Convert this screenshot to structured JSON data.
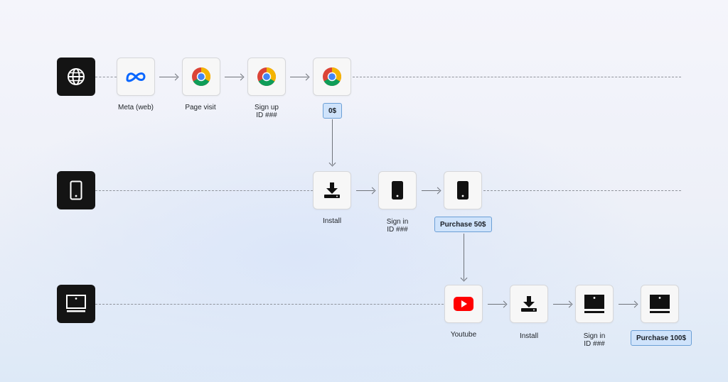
{
  "lanes": [
    {
      "name": "web",
      "icon": "globe-icon"
    },
    {
      "name": "mobile",
      "icon": "phone-icon"
    },
    {
      "name": "tv",
      "icon": "tv-icon"
    }
  ],
  "web_row": {
    "meta": {
      "label": "Meta (web)",
      "icon": "meta-icon"
    },
    "page_visit": {
      "label": "Page visit",
      "icon": "chrome-icon"
    },
    "sign_up": {
      "label_line1": "Sign up",
      "label_line2": "ID ###",
      "icon": "chrome-icon"
    },
    "chrome_end": {
      "icon": "chrome-icon",
      "badge": "0$"
    }
  },
  "mobile_row": {
    "install": {
      "label": "Install",
      "icon": "download-icon"
    },
    "sign_in": {
      "label_line1": "Sign in",
      "label_line2": "ID ###",
      "icon": "phone-icon"
    },
    "purchase": {
      "icon": "phone-icon",
      "badge": "Purchase 50$"
    }
  },
  "tv_row": {
    "youtube": {
      "label": "Youtube",
      "icon": "youtube-icon"
    },
    "install": {
      "label": "Install",
      "icon": "download-icon"
    },
    "sign_in": {
      "label_line1": "Sign in",
      "label_line2": "ID ###",
      "icon": "tv-icon"
    },
    "purchase": {
      "icon": "tv-icon",
      "badge": "Purchase 100$"
    }
  },
  "colors": {
    "badge_fill": "#cfe3fb",
    "badge_border": "#6b9fd6",
    "lane_icon_bg": "#141414",
    "youtube_red": "#ff0000",
    "meta_blue": "#0866ff"
  }
}
